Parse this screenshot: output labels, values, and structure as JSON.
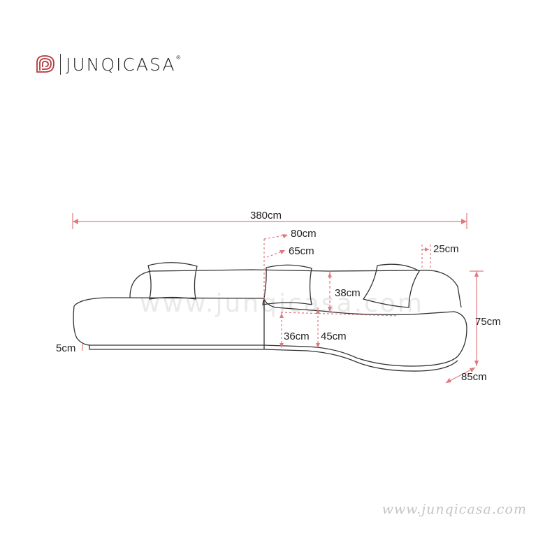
{
  "brand": {
    "name": "JUNQICASA",
    "registered_mark": "®",
    "color": "#b5373d"
  },
  "dimensions": {
    "total_length": "380cm",
    "module_depth": "80cm",
    "cushion_width": "65cm",
    "arm_width": "25cm",
    "back_height": "38cm",
    "total_height": "75cm",
    "cushion_height": "36cm",
    "seat_height": "45cm",
    "base_height": "5cm",
    "depth": "85cm"
  },
  "watermark": "www.junqicasa.com",
  "footer_url": "www.junqicasa.com",
  "colors": {
    "dimension_line": "#e07a80",
    "outline": "#333333"
  }
}
